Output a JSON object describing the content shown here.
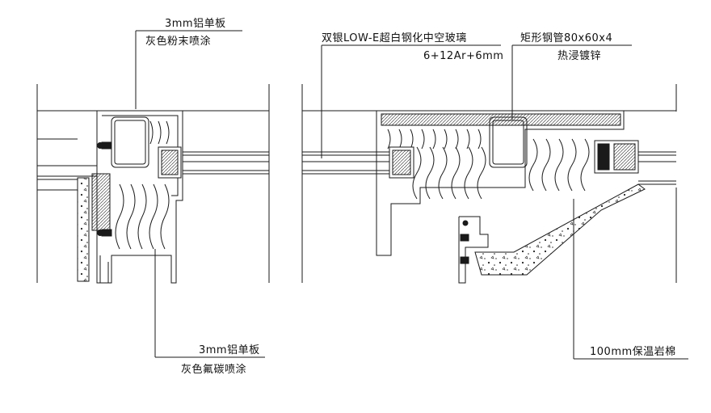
{
  "labels": {
    "l1a": "3mm铝单板",
    "l1b": "灰色粉末喷涂",
    "l2a": "双银LOW-E超白钢化中空玻璃",
    "l2b": "6+12Ar+6mm",
    "l3a": "矩形钢管80x60x4",
    "l3b": "热浸镀锌",
    "l4a": "3mm铝单板",
    "l4b": "灰色氟碳喷涂",
    "l5a": "100mm保温岩棉"
  },
  "colors": {
    "line": "#1a1a1a",
    "background": "#ffffff"
  }
}
